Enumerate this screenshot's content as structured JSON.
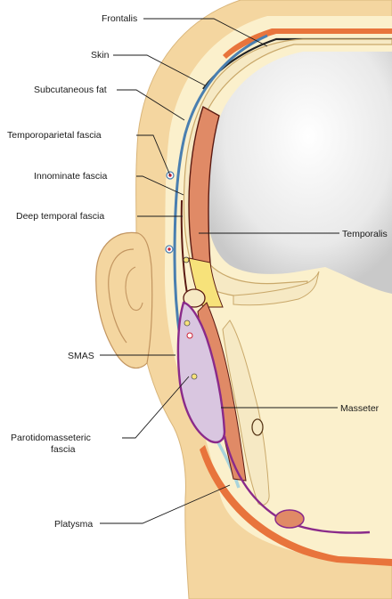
{
  "labels": {
    "frontalis": "Frontalis",
    "skin": "Skin",
    "subcutaneous_fat": "Subcutaneous fat",
    "temporoparietal_fascia": "Temporoparietal fascia",
    "innominate_fascia": "Innominate fascia",
    "deep_temporal_fascia": "Deep temporal fascia",
    "temporalis": "Temporalis",
    "smas": "SMAS",
    "masseter": "Masseter",
    "parotidomasseteric_fascia_line1": "Parotidomasseteric",
    "parotidomasseteric_fascia_line2": "fascia",
    "platysma": "Platysma"
  },
  "colors": {
    "skin": "#f4d6a0",
    "fat": "#fbf0cc",
    "muscle": "#e08a66",
    "muscle_orange": "#e8743c",
    "fascia_blue": "#4a7fb0",
    "smas_light_blue": "#a9d4dc",
    "parotid": "#d9c6e0",
    "parotid_outline": "#8a2a8a",
    "bone": "#f6e9c4",
    "yellow_fat": "#f7e27a",
    "dark_line": "#5a1a12"
  }
}
